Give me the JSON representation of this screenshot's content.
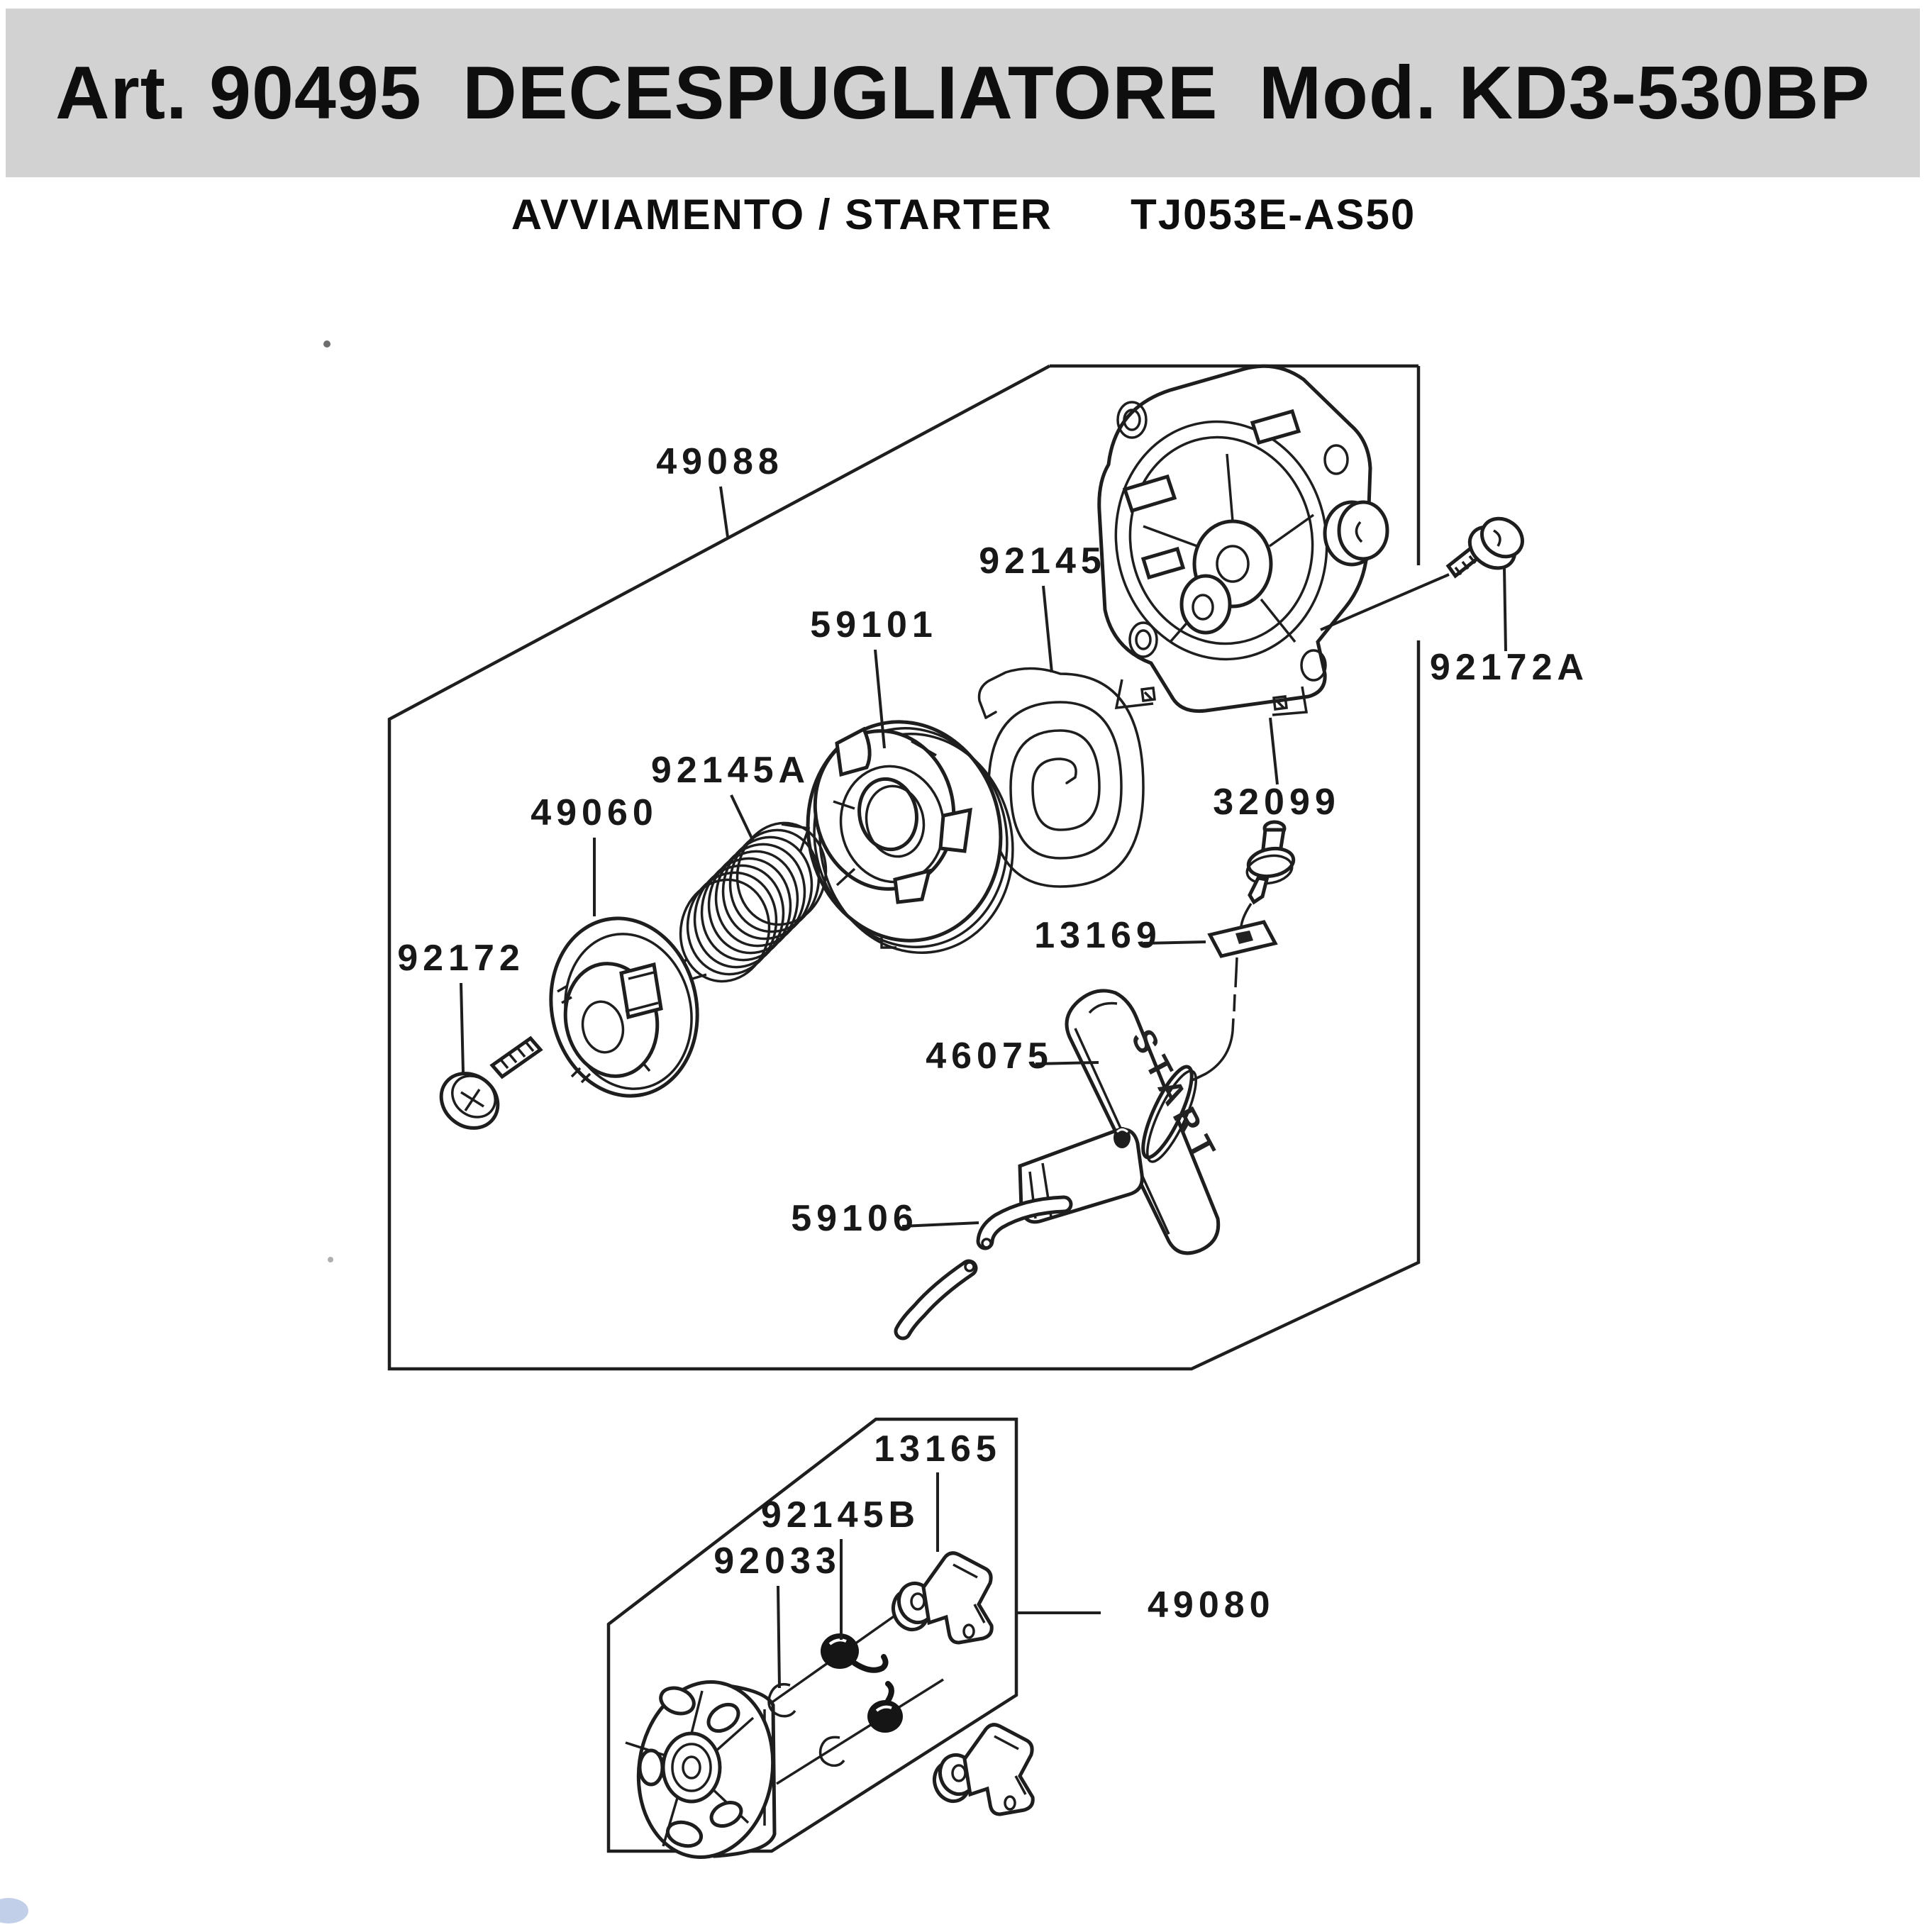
{
  "header": {
    "article": "Art. 90495",
    "product": "DECESPUGLIATORE",
    "model": "Mod. KD3-530BP",
    "subtitle_left": "AVVIAMENTO / STARTER",
    "subtitle_right": "TJ053E-AS50"
  },
  "diagram": {
    "handle_text": "START",
    "colors": {
      "banner_gray": "#d2d2d2",
      "line_black": "#1e1e1e",
      "background": "#ffffff"
    },
    "parts": [
      {
        "number": "49088"
      },
      {
        "number": "92145"
      },
      {
        "number": "59101"
      },
      {
        "number": "92145A"
      },
      {
        "number": "49060"
      },
      {
        "number": "92172"
      },
      {
        "number": "32099"
      },
      {
        "number": "92172A"
      },
      {
        "number": "13169"
      },
      {
        "number": "46075"
      },
      {
        "number": "59106"
      },
      {
        "number": "13165"
      },
      {
        "number": "92145B"
      },
      {
        "number": "92033"
      },
      {
        "number": "49080"
      }
    ]
  }
}
